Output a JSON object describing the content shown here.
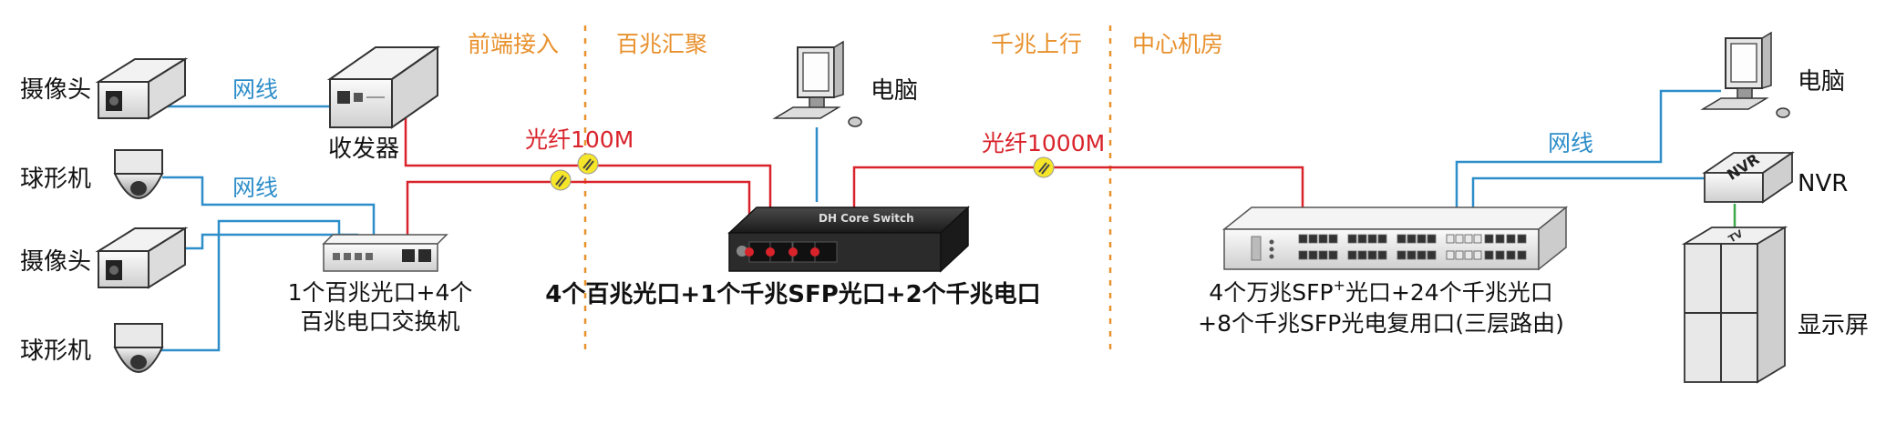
{
  "colors": {
    "zone_label": "#E8912D",
    "ethernet": "#2E8EC9",
    "fiber": "#D9232B",
    "hdmi": "#3DAA4A",
    "divider": "#E8912D",
    "fiber_marker": "#F5E62A"
  },
  "zones": {
    "front": "前端接入",
    "aggregation": "百兆汇聚",
    "uplink": "千兆上行",
    "center": "中心机房"
  },
  "devices": {
    "camera_1": {
      "label": "摄像头",
      "icon": "bullet-camera-icon"
    },
    "dome_1": {
      "label": "球形机",
      "icon": "dome-camera-icon"
    },
    "camera_2": {
      "label": "摄像头",
      "icon": "bullet-camera-icon"
    },
    "dome_2": {
      "label": "球形机",
      "icon": "dome-camera-icon"
    },
    "transceiver": {
      "label": "收发器",
      "icon": "media-converter-icon"
    },
    "access_switch": {
      "caption_line1": "1个百兆光口+4个",
      "caption_line2": "百兆电口交换机",
      "icon": "switch-icon"
    },
    "pc_middle": {
      "label": "电脑",
      "icon": "computer-icon"
    },
    "aggregation_switch": {
      "caption": "4个百兆光口+1个千兆SFP光口+2个千兆电口",
      "icon": "switch-icon"
    },
    "core_switch": {
      "caption_line1_pre": "4个万兆SFP",
      "caption_line1_sup": "+",
      "caption_line1_post": "光口+24个千兆光口",
      "caption_line2": "+8个千兆SFP光电复用口(三层路由)",
      "icon": "core-switch-icon"
    },
    "pc_right": {
      "label": "电脑",
      "icon": "computer-icon"
    },
    "nvr": {
      "label": "NVR",
      "box_text": "NVR",
      "icon": "nvr-icon"
    },
    "display": {
      "label": "显示屏",
      "icon": "video-wall-icon"
    }
  },
  "cables": {
    "ethernet_top": "网线",
    "ethernet_mid": "网线",
    "ethernet_right": "网线",
    "fiber_100m": "光纤100M",
    "fiber_1000m": "光纤1000M"
  }
}
